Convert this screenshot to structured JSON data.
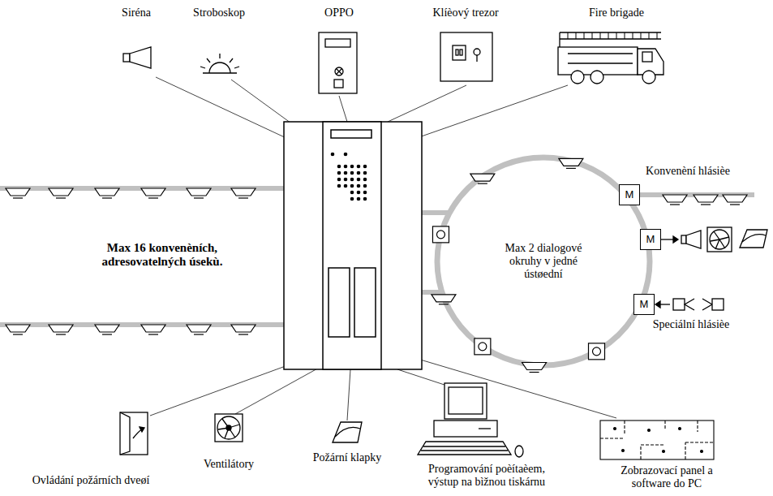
{
  "diagram": {
    "nodes": [
      {
        "text": [
          "Max 2 dialogové okruhy v jedné ústøední"
        ]
      },
      {
        "text": [
          "M"
        ]
      },
      {
        "text": [
          "M"
        ]
      },
      {
        "text": [
          "M"
        ]
      }
    ],
    "labels": [
      "Siréna",
      "Stroboskop",
      "OPPO",
      "Klíèový trezor",
      "Fire brigade",
      "Max 16 konvenèních, adresovatelných úsekù.",
      "Konvenèní hlásièe",
      "Speciální hlásièe",
      "Ovládání požárních dveøí",
      "Ventilátory",
      "Požární klapky",
      "Programování poèítaèem, výstup na bìžnou tiskárnu",
      "Zobrazovací panel a software do PC"
    ]
  }
}
